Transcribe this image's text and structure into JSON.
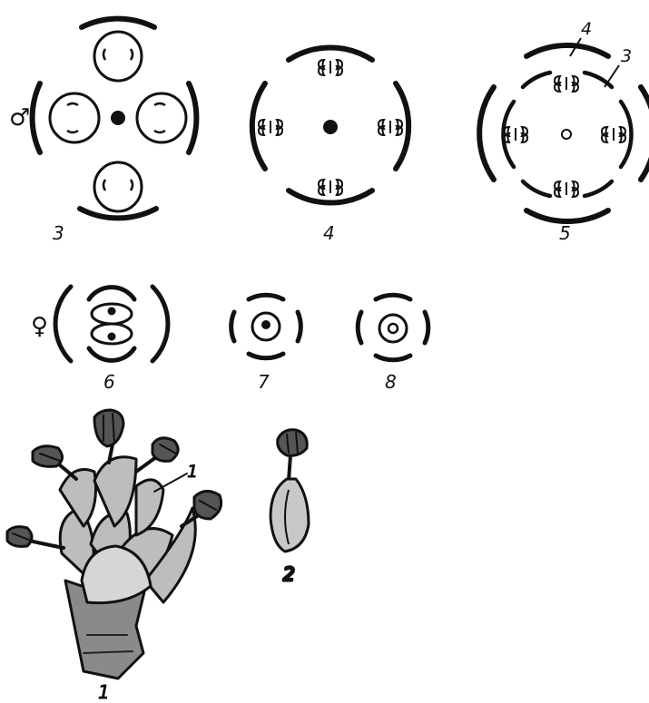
{
  "figure": {
    "panels": [
      {
        "id": "p1",
        "label": "1"
      },
      {
        "id": "p2",
        "label": "2"
      },
      {
        "id": "p3",
        "label": "3"
      },
      {
        "id": "p4",
        "label": "4"
      },
      {
        "id": "p5",
        "label": "5"
      },
      {
        "id": "p6",
        "label": "6"
      },
      {
        "id": "p7",
        "label": "7"
      },
      {
        "id": "p8",
        "label": "8"
      }
    ],
    "callouts": {
      "panel5_outer": "4",
      "panel5_inner": "3",
      "panel1_pointer": "1"
    },
    "symbols": {
      "male": "♂",
      "female": "♀"
    },
    "colors": {
      "ink": "#111111",
      "paper": "#ffffff"
    }
  }
}
